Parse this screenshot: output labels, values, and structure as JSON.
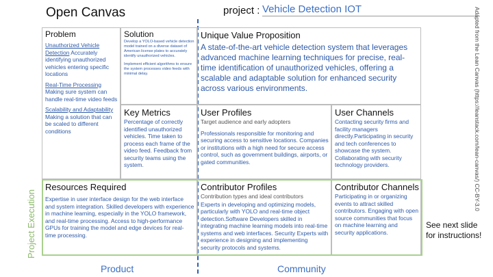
{
  "canvas_title": "Open Canvas",
  "project": {
    "label": "project :",
    "value": "Vehicle Detection IOT"
  },
  "credit": "Adapted from the Lean Canvas (https://leanstack.com/lean-canvas/) CC-BY-3.0",
  "side_note": "See next slide for instructions!",
  "axis_labels": {
    "left": "Project Execution",
    "product": "Product",
    "community": "Community"
  },
  "problem": {
    "heading": "Problem",
    "items": [
      {
        "link": "Unauthorized Vehicle Detection",
        "text": " Accurately identifying unauthorized vehicles entering specific locations"
      },
      {
        "link": "Real-Time Processing",
        "text": " Making sure system can handle real-time video feeds"
      },
      {
        "link": "Scalability and Adaptability",
        "text": " Making a solution that can be scaled to different conditions"
      }
    ]
  },
  "solution": {
    "heading": "Solution",
    "text1": "Develop a YOLO-based vehicle detection model trained on a diverse dataset of American license plates to accurately identify unauthorized vehicles.",
    "text2": "Implement efficient algorithms to ensure the system processes video feeds with minimal delay."
  },
  "uvp": {
    "heading": "Unique Value Proposition",
    "text": "A state-of-the-art vehicle detection system that leverages advanced machine learning techniques for precise, real-time identification of unauthorized vehicles, offering a scalable and adaptable solution for enhanced security across various environments."
  },
  "key_metrics": {
    "heading": "Key Metrics",
    "text": "Percentage of correctly identified unauthorized vehicles. Time taken to process each frame of the video feed. Feedback from security teams using the system."
  },
  "user_profiles": {
    "heading": "User Profiles",
    "subtitle": "Target audience and early adopters",
    "text": "Professionals responsible for monitoring and securing access to sensitive locations. Companies or institutions with a high need for secure access control, such as government buildings, airports, or gated communities."
  },
  "user_channels": {
    "heading": "User Channels",
    "text": "Contacting security firms and facility managers directly.Participating in security and tech conferences to showcase the system. Collaborating with security technology providers."
  },
  "resources": {
    "heading": "Resources Required",
    "text": "Expertise in user interface design for the web interface and system integration. Skilled developers with experience in machine learning, especially in the YOLO framework, and real-time processing. Access to high-performance GPUs for training the model and edge devices for real-time processing."
  },
  "contributor_profiles": {
    "heading": "Contributor Profiles",
    "subtitle": "Contribution types and ideal contributors",
    "text": "Experts in developing and optimizing models, particularly with YOLO and real-time object detection.Software Developers skilled in integrating machine learning models into real-time systems and web interfaces. Security Experts with experience in designing and implementing security protocols and systems."
  },
  "contributor_channels": {
    "heading": "Contributor Channels",
    "text": "Participating in or organizing events to attract skilled contributors. Engaging with open source communities that focus on machine learning and security applications."
  }
}
